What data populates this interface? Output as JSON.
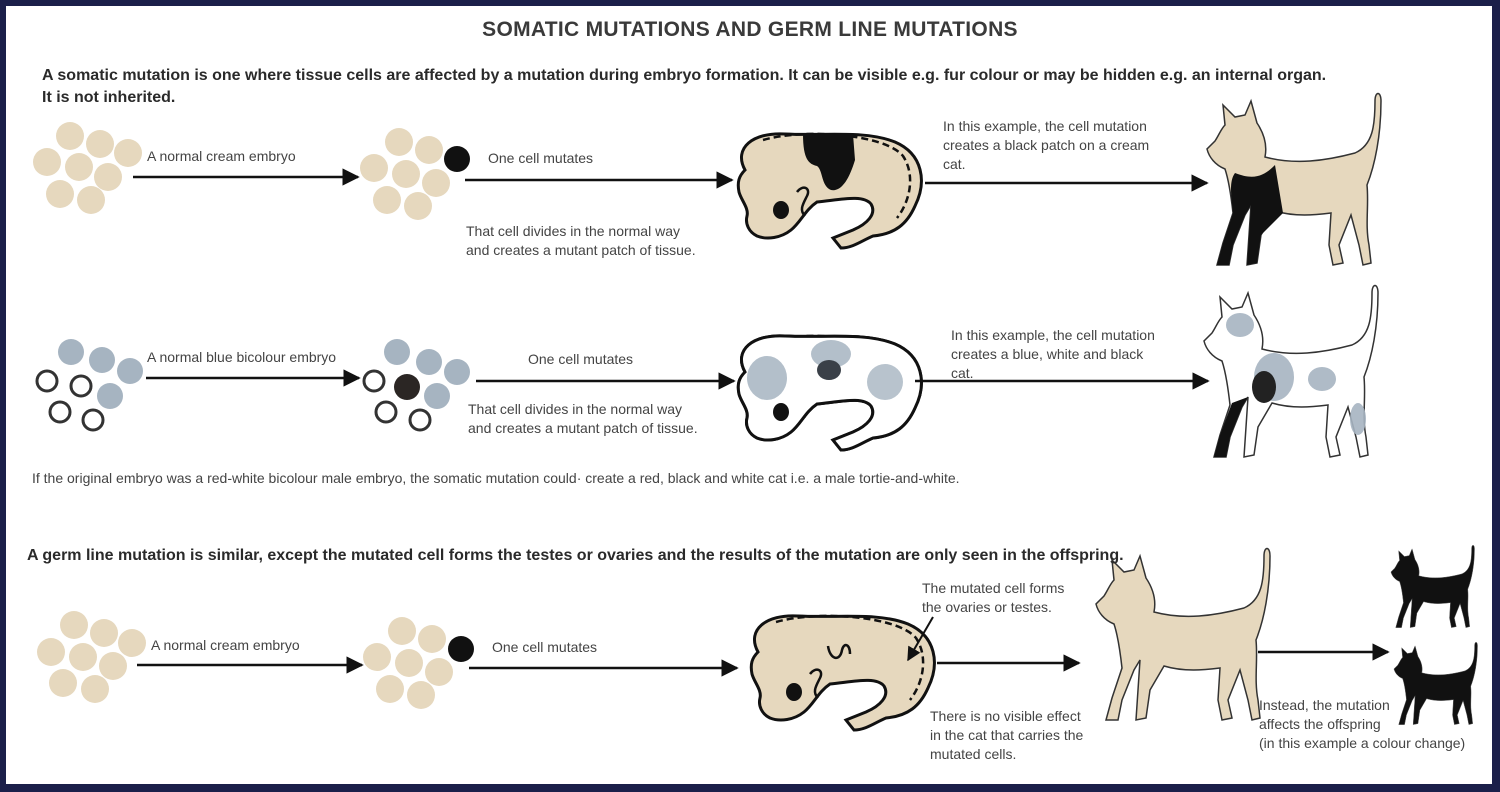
{
  "title": "SOMATIC MUTATIONS AND GERM LINE MUTATIONS",
  "colors": {
    "cream": "#e6d8be",
    "blue": "#a6b4c1",
    "black": "#111111",
    "border": "#1b1f4a"
  },
  "somatic": {
    "intro_line1": "A somatic mutation is one where tissue cells are affected by a mutation during embryo formation.  It can be visible e.g. fur colour or may be hidden e.g. an internal organ.",
    "intro_line2": "It is not inherited.",
    "row1": {
      "embryo_label": "A normal cream embryo",
      "mutate_label": "One cell mutates",
      "divide_line1": "That cell divides in the normal way",
      "divide_line2": "and creates a mutant patch of tissue.",
      "example_line1": "In this example, the cell mutation",
      "example_line2": "creates a black patch on a cream",
      "example_line3": "cat."
    },
    "row2": {
      "embryo_label": "A normal blue bicolour embryo",
      "mutate_label": "One cell mutates",
      "divide_line1": "That cell divides in the normal way",
      "divide_line2": "and creates a mutant patch of tissue.",
      "example_line1": "In this example, the cell mutation",
      "example_line2": "creates a blue,  white  and black",
      "example_line3": "cat."
    },
    "note": "If the original embryo was a red-white bicolour male embryo, the somatic mutation could· create a red, black and white cat i.e. a male tortie-and-white."
  },
  "germ": {
    "intro": "A germ line mutation is similar, except the mutated cell forms the testes or ovaries and the results of the mutation are only seen in the offspring.",
    "embryo_label": "A normal cream embryo",
    "mutate_label": "One cell mutates",
    "forms_line1": "The mutated cell forms",
    "forms_line2": "the ovaries or testes.",
    "no_effect_line1": "There is no visible effect",
    "no_effect_line2": "in the cat that carries the",
    "no_effect_line3": "mutated cells.",
    "offspring_line1": "Instead, the mutation",
    "offspring_line2": "affects the offspring",
    "offspring_line3": "(in this example a colour change)"
  }
}
